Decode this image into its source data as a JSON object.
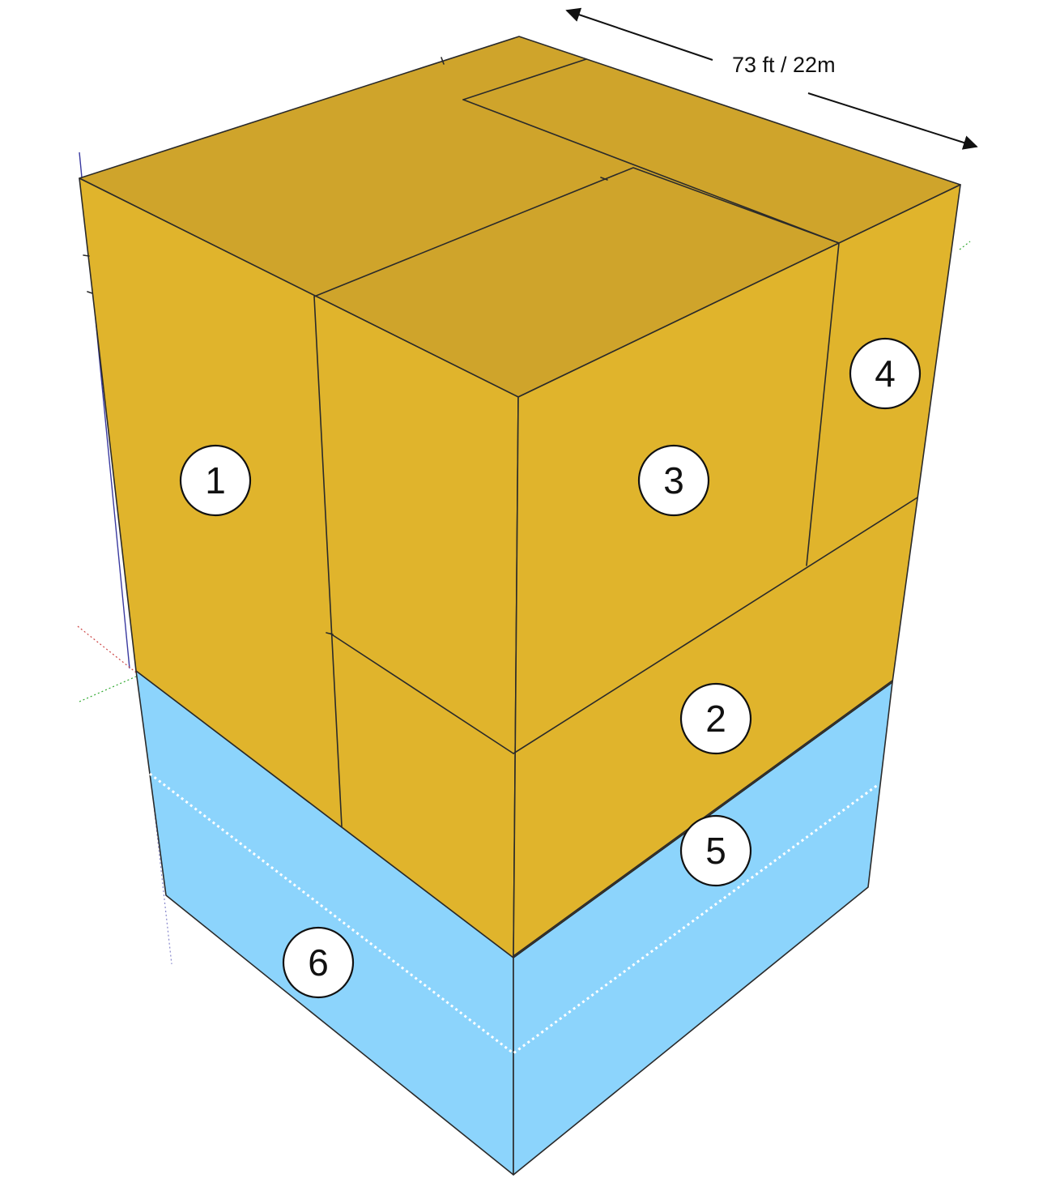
{
  "dimension": {
    "label": "73 ft / 22m"
  },
  "labels": [
    "1",
    "2",
    "3",
    "4",
    "5",
    "6"
  ],
  "colors": {
    "top_face": "#CFA42B",
    "front_face": "#E0B42C",
    "water": "#8CD4FC",
    "edge": "#2a2a2a",
    "waterline": "#ffffff"
  }
}
